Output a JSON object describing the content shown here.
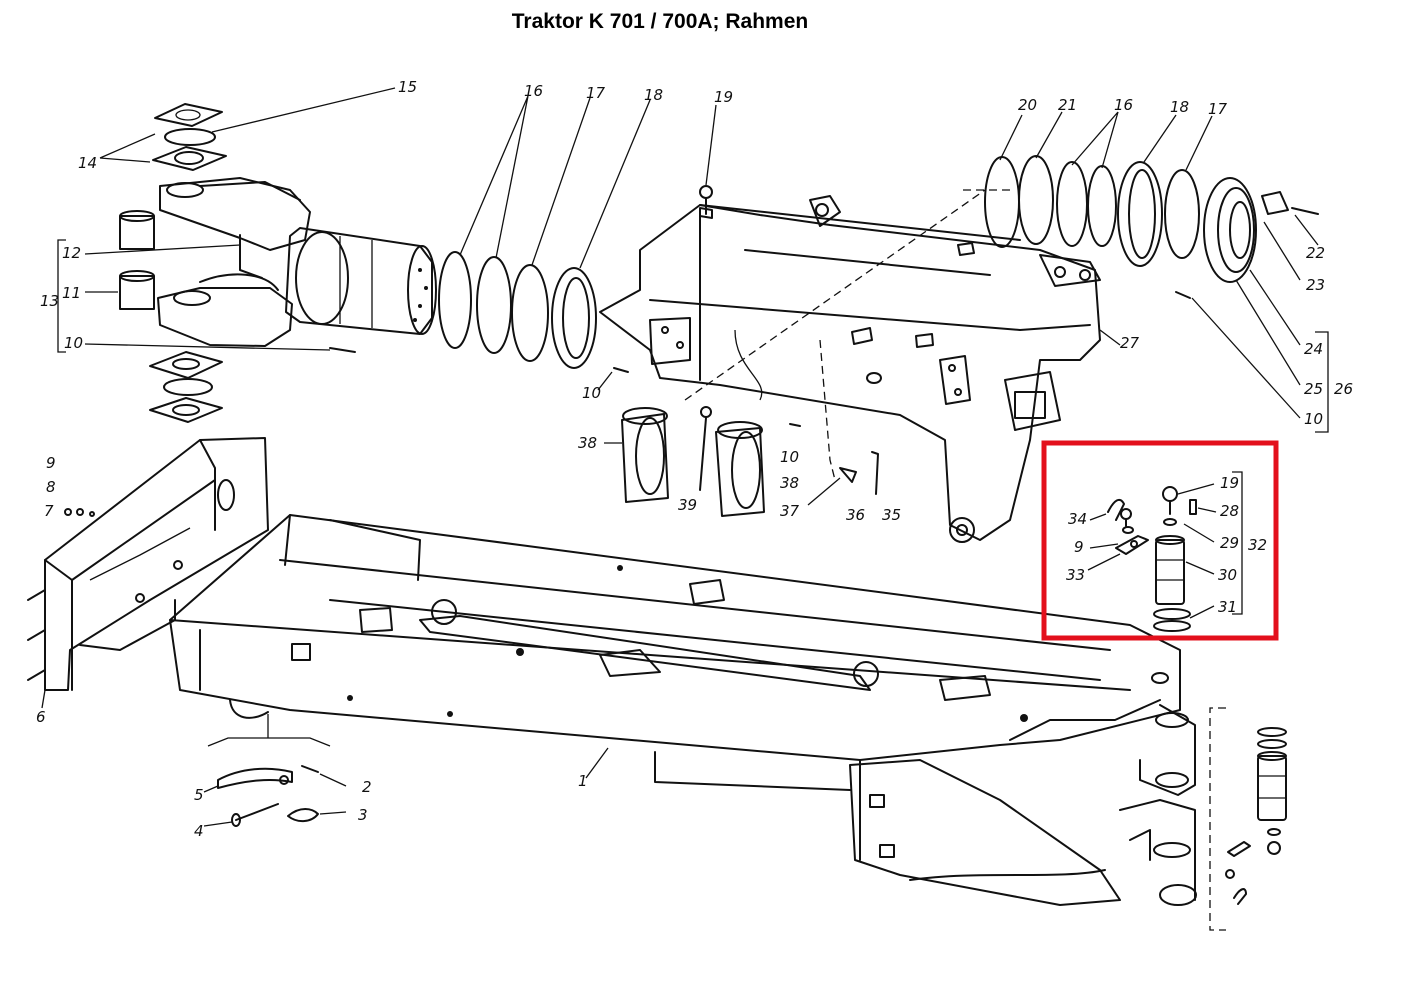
{
  "title": "Traktor K 701 / 700A; Rahmen",
  "highlight_color": "#e3101c",
  "part_numbers": [
    {
      "id": "p15",
      "text": "15"
    },
    {
      "id": "p14",
      "text": "14"
    },
    {
      "id": "p12",
      "text": "12"
    },
    {
      "id": "p13",
      "text": "13"
    },
    {
      "id": "p11",
      "text": "11"
    },
    {
      "id": "p10a",
      "text": "10"
    },
    {
      "id": "p16a",
      "text": "16"
    },
    {
      "id": "p17a",
      "text": "17"
    },
    {
      "id": "p18a",
      "text": "18"
    },
    {
      "id": "p19a",
      "text": "19"
    },
    {
      "id": "p10b",
      "text": "10"
    },
    {
      "id": "p38a",
      "text": "38"
    },
    {
      "id": "p39",
      "text": "39"
    },
    {
      "id": "p10c",
      "text": "10"
    },
    {
      "id": "p38b",
      "text": "38"
    },
    {
      "id": "p37",
      "text": "37"
    },
    {
      "id": "p36",
      "text": "36"
    },
    {
      "id": "p35",
      "text": "35"
    },
    {
      "id": "p20",
      "text": "20"
    },
    {
      "id": "p21",
      "text": "21"
    },
    {
      "id": "p16b",
      "text": "16"
    },
    {
      "id": "p18b",
      "text": "18"
    },
    {
      "id": "p17b",
      "text": "17"
    },
    {
      "id": "p22",
      "text": "22"
    },
    {
      "id": "p23",
      "text": "23"
    },
    {
      "id": "p27",
      "text": "27"
    },
    {
      "id": "p24",
      "text": "24"
    },
    {
      "id": "p25",
      "text": "25"
    },
    {
      "id": "p26",
      "text": "26"
    },
    {
      "id": "p10d",
      "text": "10"
    },
    {
      "id": "p9a",
      "text": "9"
    },
    {
      "id": "p8",
      "text": "8"
    },
    {
      "id": "p7",
      "text": "7"
    },
    {
      "id": "p6",
      "text": "6"
    },
    {
      "id": "p19b",
      "text": "19"
    },
    {
      "id": "p34",
      "text": "34"
    },
    {
      "id": "p28",
      "text": "28"
    },
    {
      "id": "p9b",
      "text": "9"
    },
    {
      "id": "p29",
      "text": "29"
    },
    {
      "id": "p32",
      "text": "32"
    },
    {
      "id": "p33",
      "text": "33"
    },
    {
      "id": "p30",
      "text": "30"
    },
    {
      "id": "p31",
      "text": "31"
    },
    {
      "id": "p1",
      "text": "1"
    },
    {
      "id": "p2",
      "text": "2"
    },
    {
      "id": "p5",
      "text": "5"
    },
    {
      "id": "p3",
      "text": "3"
    },
    {
      "id": "p4",
      "text": "4"
    }
  ]
}
